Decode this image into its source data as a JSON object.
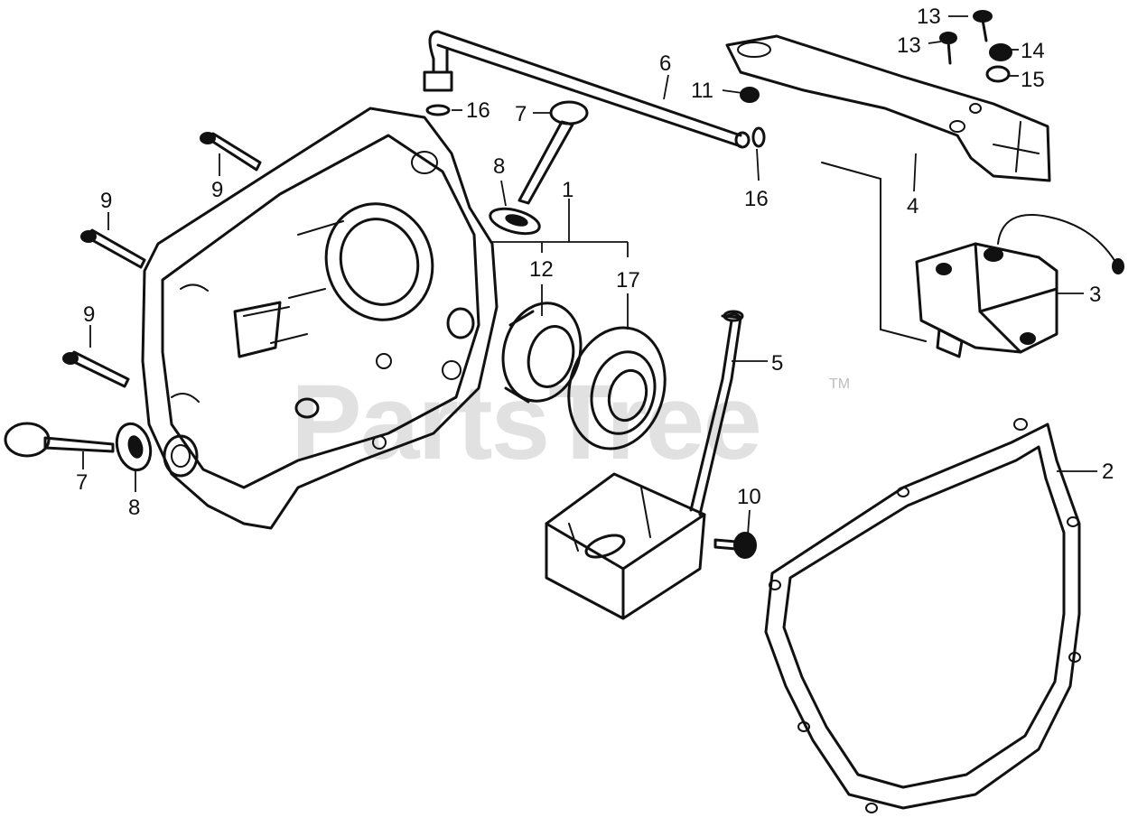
{
  "watermark": {
    "text": "PartsTree",
    "mark": "TM"
  },
  "callouts": [
    {
      "id": "13a",
      "label": "13"
    },
    {
      "id": "13b",
      "label": "13"
    },
    {
      "id": "14",
      "label": "14"
    },
    {
      "id": "15",
      "label": "15"
    },
    {
      "id": "6",
      "label": "6"
    },
    {
      "id": "11",
      "label": "11"
    },
    {
      "id": "16a",
      "label": "16"
    },
    {
      "id": "7a",
      "label": "7"
    },
    {
      "id": "16b",
      "label": "16"
    },
    {
      "id": "4",
      "label": "4"
    },
    {
      "id": "9a",
      "label": "9"
    },
    {
      "id": "8a",
      "label": "8"
    },
    {
      "id": "1",
      "label": "1"
    },
    {
      "id": "9b",
      "label": "9"
    },
    {
      "id": "3",
      "label": "3"
    },
    {
      "id": "12",
      "label": "12"
    },
    {
      "id": "17",
      "label": "17"
    },
    {
      "id": "9c",
      "label": "9"
    },
    {
      "id": "5",
      "label": "5"
    },
    {
      "id": "2",
      "label": "2"
    },
    {
      "id": "7b",
      "label": "7"
    },
    {
      "id": "8b",
      "label": "8"
    },
    {
      "id": "10",
      "label": "10"
    }
  ]
}
